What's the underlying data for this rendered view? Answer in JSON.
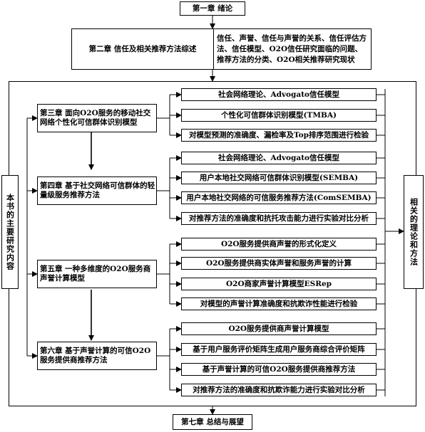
{
  "top": {
    "ch1": "第一章 绪论"
  },
  "ch2": {
    "title": "第二章 信任及相关推荐方法综述",
    "detail": "信任、声誉、信任与声誉的关系、信任评估方法、信任模型、O2O信任研究面临的问题、推荐方法的分类、O2O相关推荐研究现状"
  },
  "left_label": "本书的主要研究内容",
  "right_label": "相关的理论和方法",
  "chapters": [
    {
      "title": "第三章 面向O2O服务的移动社交网络个性化可信群体识别模型",
      "items": [
        "社会网络理论、Advogato信任模型",
        "个性化可信群体识别模型(TMBA)",
        "对模型预测的准确度、漏检率及Top排序范围进行检验"
      ]
    },
    {
      "title": "第四章 基于社交网络可信群体的轻量级服务推荐方法",
      "items": [
        "社会网络理论、Advogato信任模型",
        "用户本地社交网络可信群体识别模型(SEMBA)",
        "用户本地社交网络的可信服务推荐方法(ComSEMBA)",
        "对推荐方法的准确度和抗托攻击能力进行实验对比分析"
      ]
    },
    {
      "title": "第五章 一种多维度的O2O服务商声誉计算模型",
      "items": [
        "O2O服务提供商声誉的形式化定义",
        "O2O服务提供商实体声誉和服务声誉的计算",
        "O2O商家声誉计算模型ESRep",
        "对模型的声誉计算准确度和抗欺诈性能进行检验"
      ]
    },
    {
      "title": "第六章 基于声誉计算的可信O2O服务提供商推荐方法",
      "items": [
        "O2O服务提供商声誉计算模型",
        "基于用户服务评价矩阵生成用户服务商综合评价矩阵",
        "基于声誉计算的可信O2O服务提供商推荐方法",
        "对推荐方法的准确度和抗欺诈能力进行实验对比分析"
      ]
    }
  ],
  "bottom": {
    "ch7": "第七章 总结与展望"
  }
}
